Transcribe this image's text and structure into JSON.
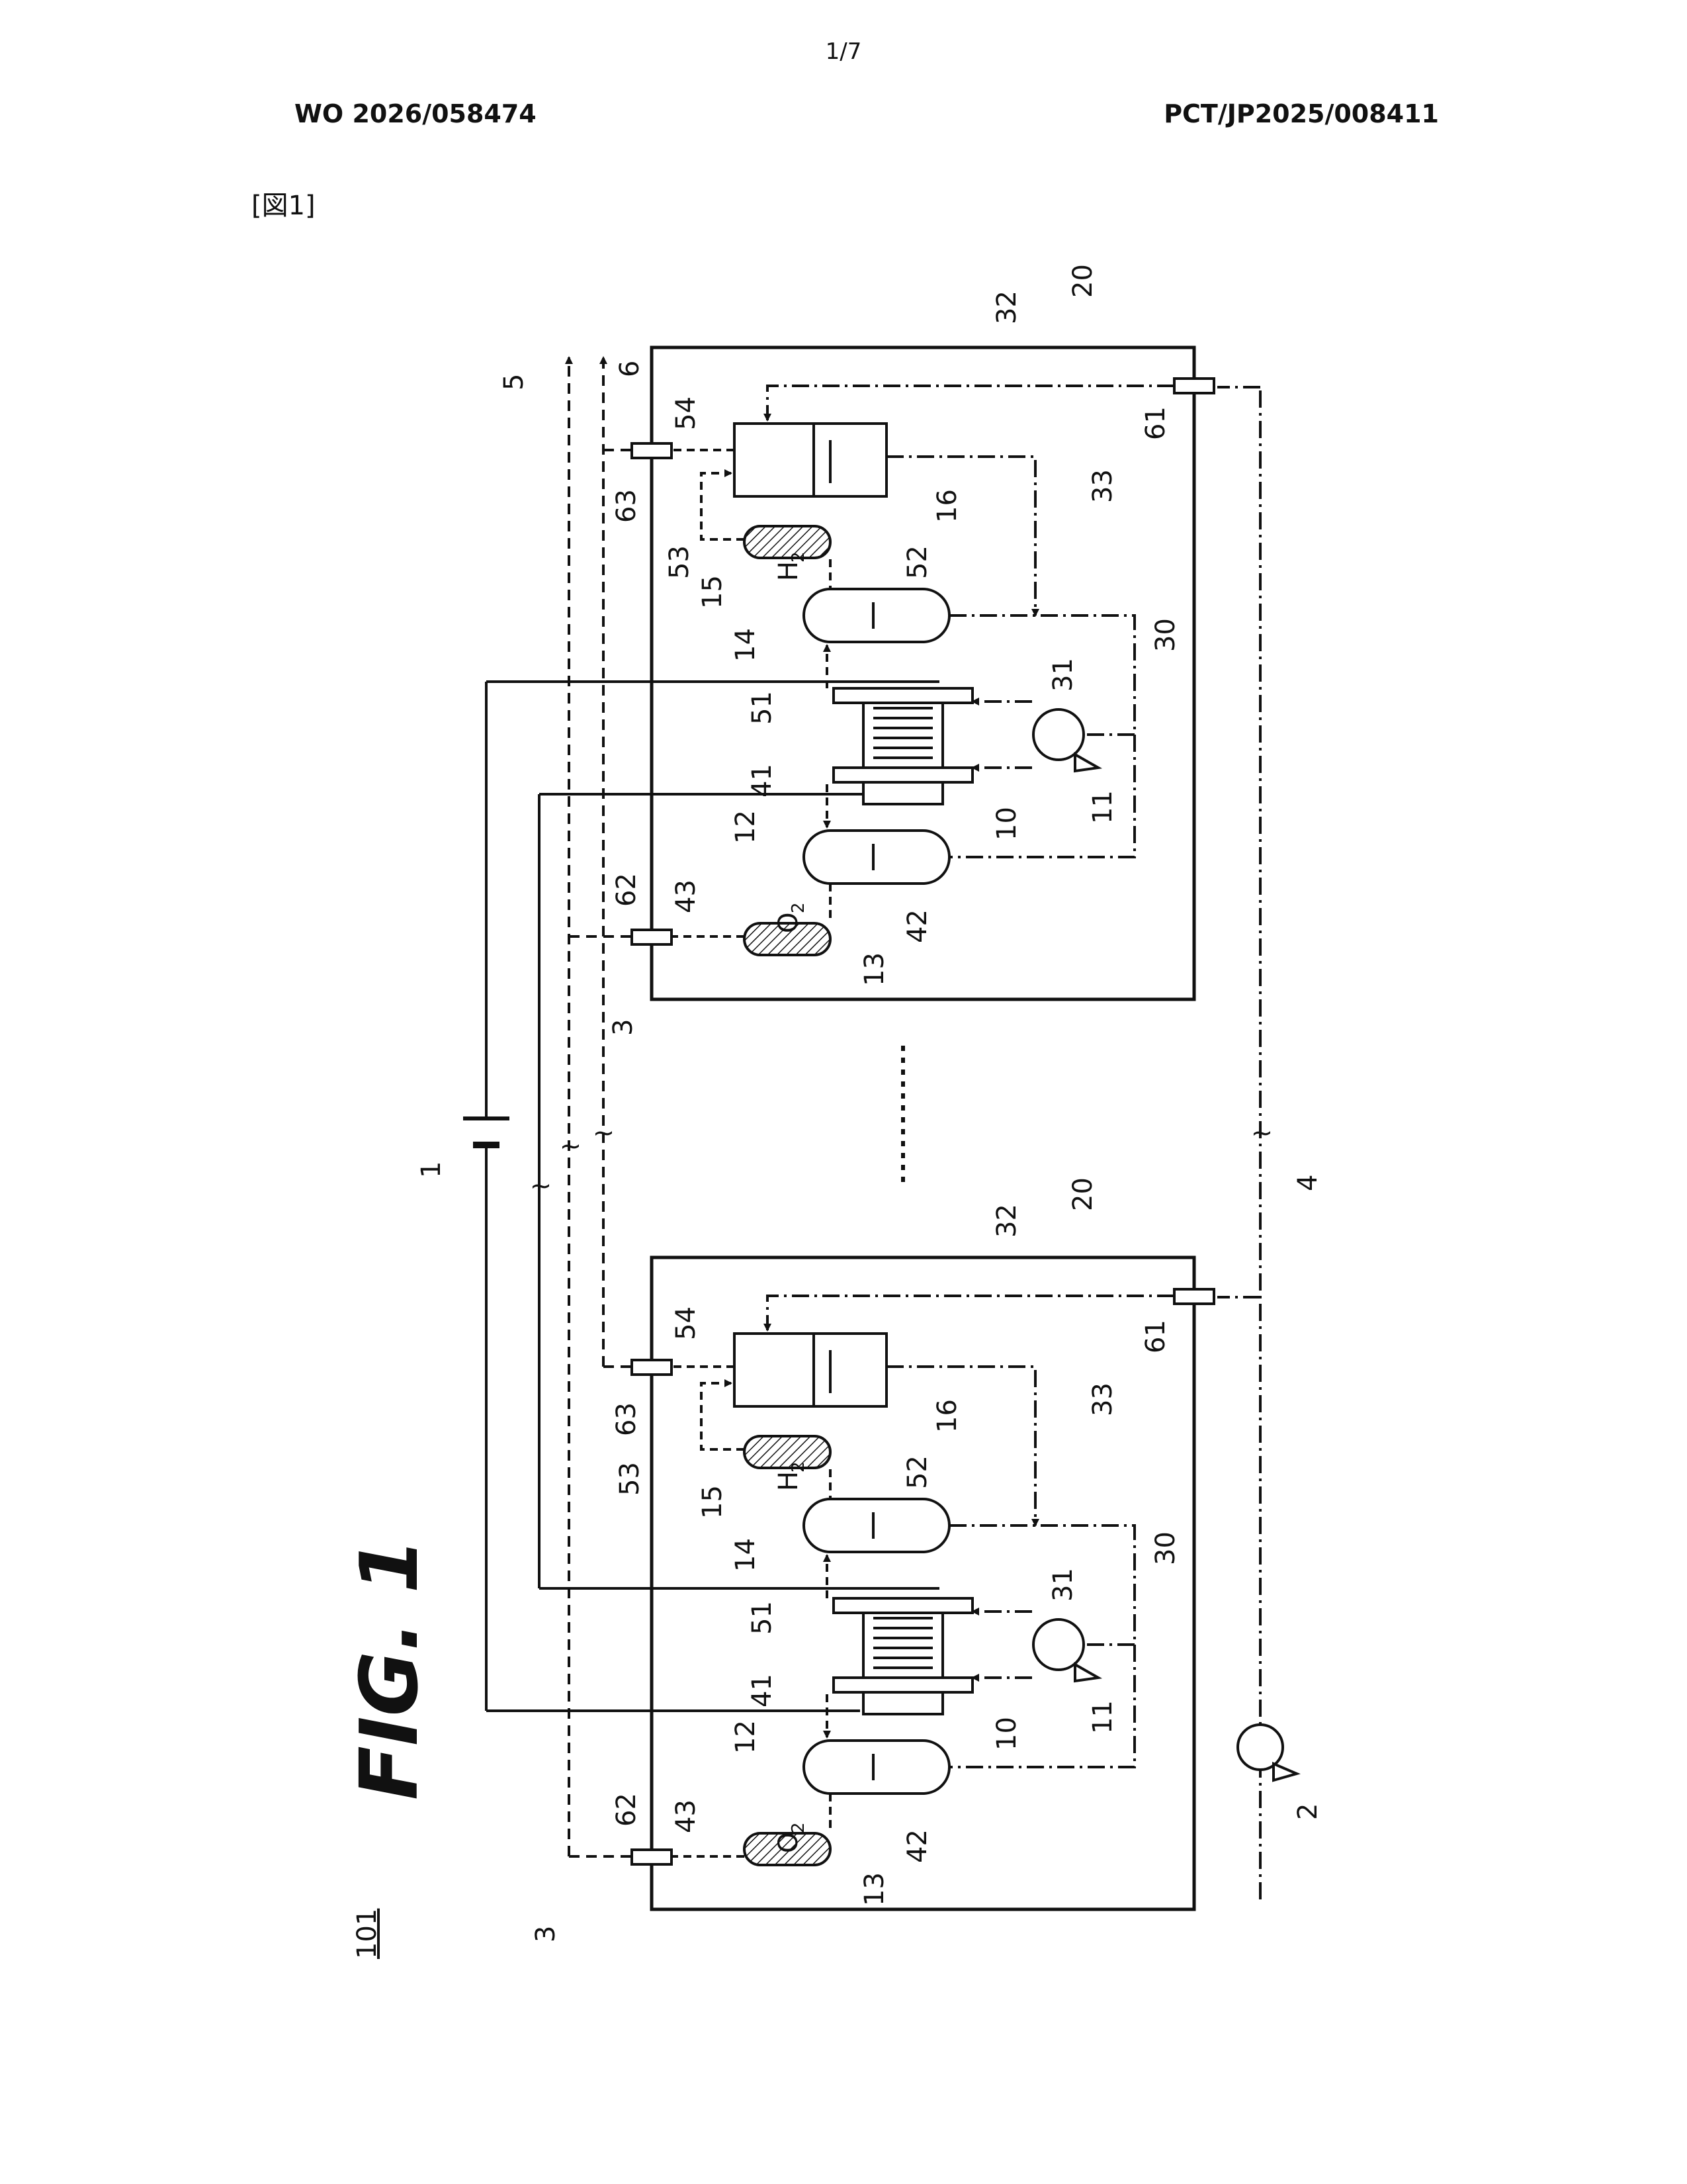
{
  "page": {
    "page_number": "1/7",
    "pub_number": "WO 2026/058474",
    "app_number": "PCT/JP2025/008411",
    "figure_tag": "[図1]"
  },
  "diagram": {
    "figure_title": "FIG. 1",
    "system_ref": "101",
    "refs": {
      "r1": "1",
      "r2": "2",
      "r3": "3",
      "r4": "4",
      "r5": "5",
      "r6": "6",
      "r10": "10",
      "r11": "11",
      "r12": "12",
      "r13": "13",
      "r14": "14",
      "r15": "15",
      "r16": "16",
      "r20": "20",
      "r30": "30",
      "r31": "31",
      "r32": "32",
      "r33": "33",
      "r41": "41",
      "r42": "42",
      "r43": "43",
      "r51": "51",
      "r52": "52",
      "r53": "53",
      "r54": "54",
      "r61": "61",
      "r62": "62",
      "r63": "63"
    },
    "gas_o2": "O",
    "gas_h2": "H",
    "gas_subscript": "2",
    "break_mark": "≀"
  }
}
